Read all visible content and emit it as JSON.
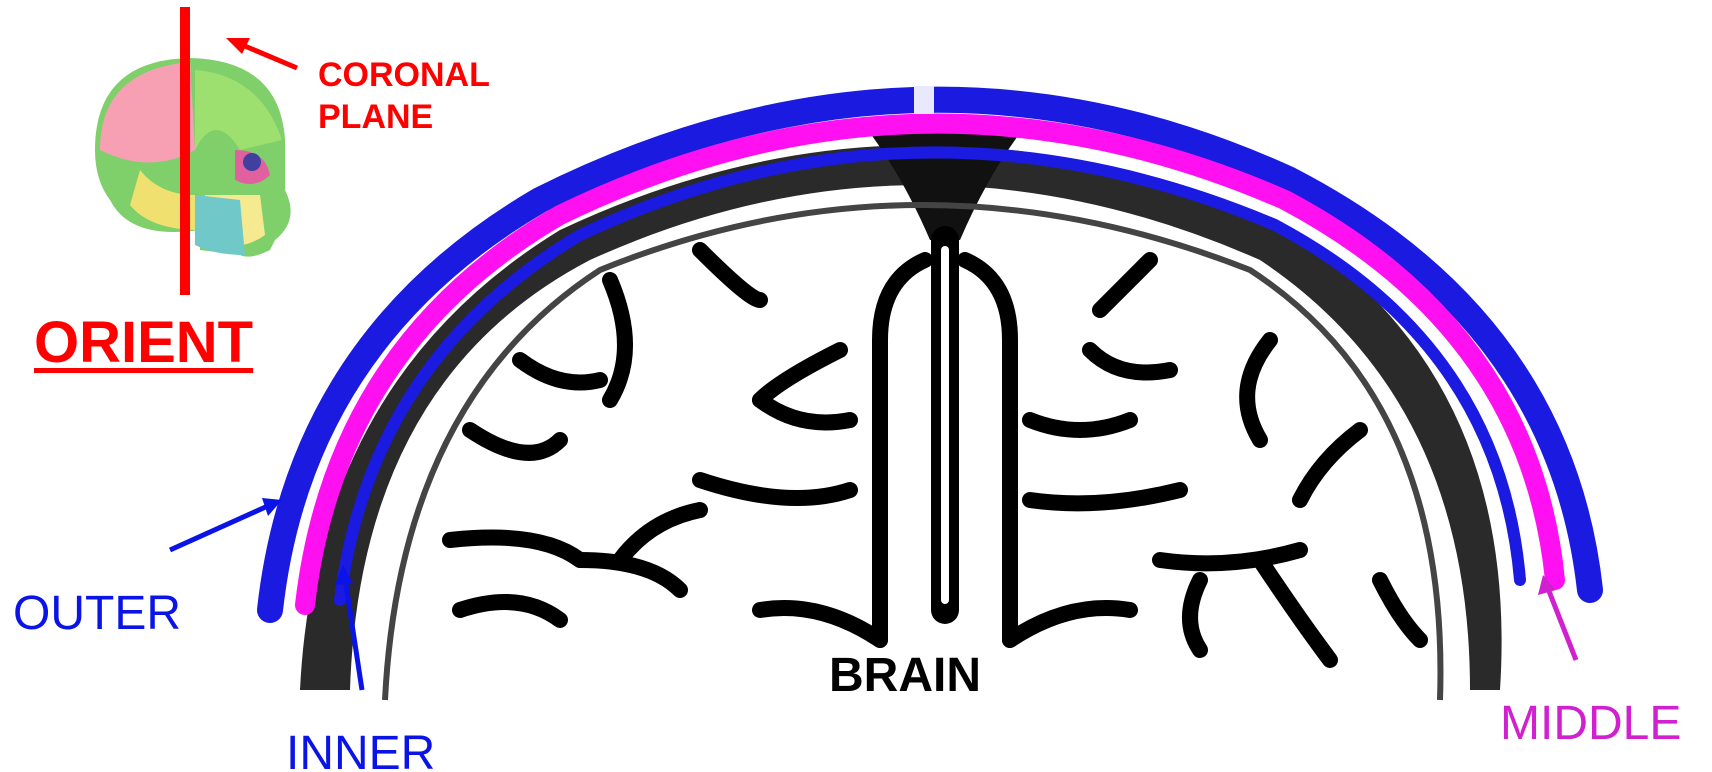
{
  "labels": {
    "coronal_line1": "CORONAL",
    "coronal_line2": "PLANE",
    "orient": "ORIENT",
    "outer": "OUTER",
    "inner": "INNER",
    "middle": "MIDDLE",
    "brain": "BRAIN"
  },
  "colors": {
    "orient_red": "#ff0000",
    "outer_inner_blue": "#0a14e6",
    "middle_magenta": "#d020d0",
    "bone_pink": "#ff10f0",
    "brain_black": "#000000"
  },
  "icons": {
    "skull": "skull-icon"
  }
}
